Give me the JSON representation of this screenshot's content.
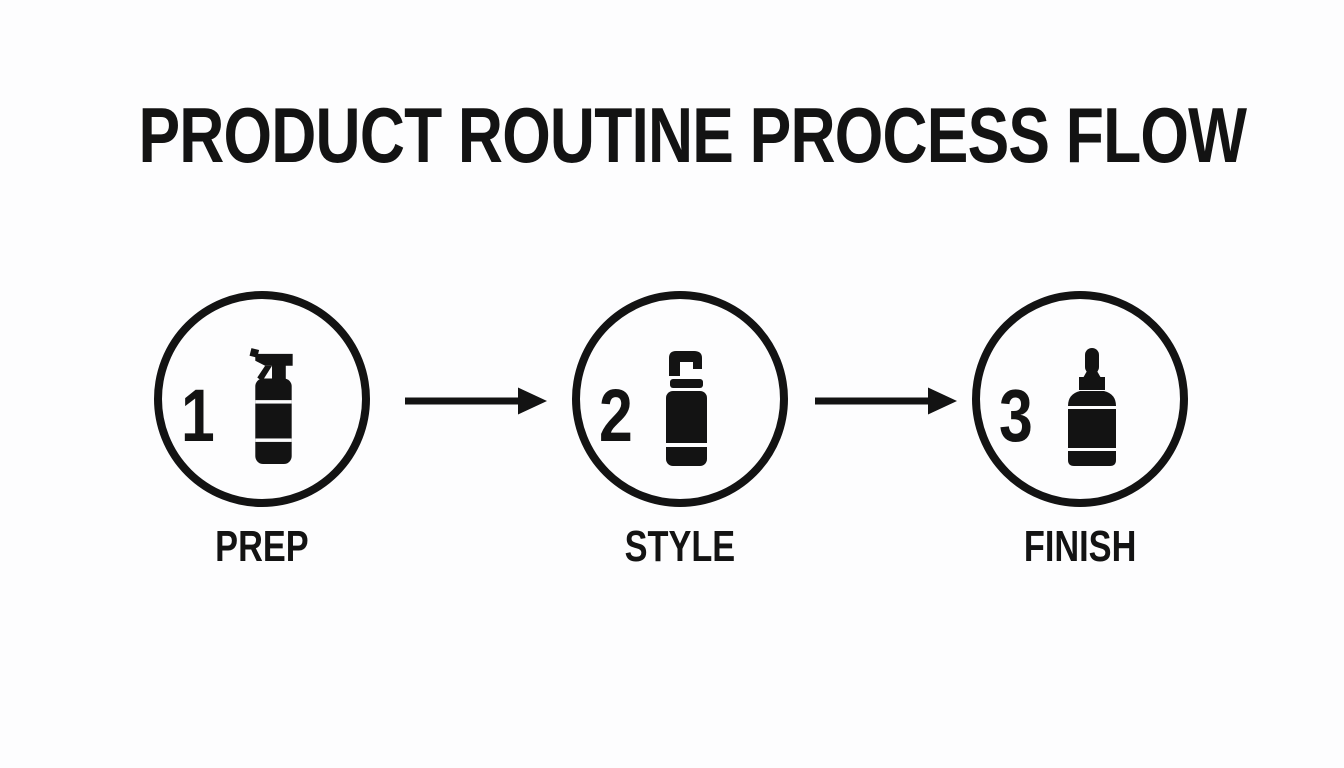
{
  "title": "PRODUCT ROUTINE PROCESS FLOW",
  "steps": [
    {
      "number": "1",
      "label": "PREP",
      "icon": "spray-bottle-icon"
    },
    {
      "number": "2",
      "label": "STYLE",
      "icon": "pump-bottle-icon"
    },
    {
      "number": "3",
      "label": "FINISH",
      "icon": "dropper-bottle-icon"
    }
  ],
  "arrows": [
    {
      "from": "PREP",
      "to": "STYLE"
    },
    {
      "from": "STYLE",
      "to": "FINISH"
    }
  ],
  "colors": {
    "ink": "#131313",
    "background": "#fdfdfe"
  }
}
